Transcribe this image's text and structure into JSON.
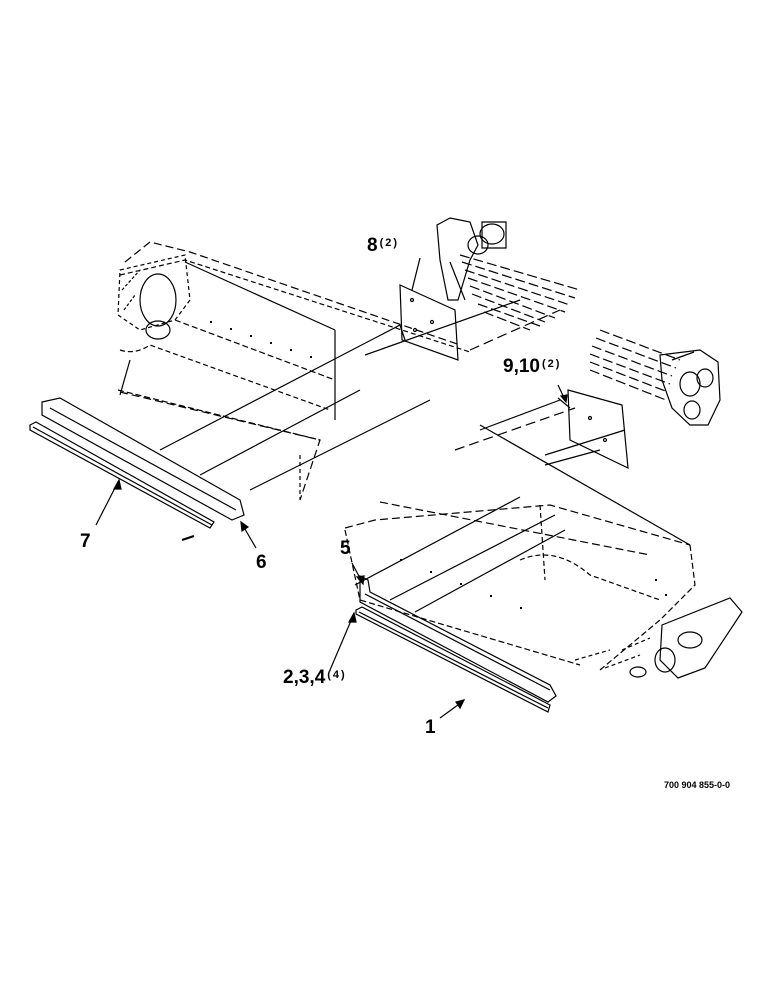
{
  "diagram": {
    "callouts": {
      "c8": {
        "num": "8",
        "qty": "(2)"
      },
      "c910": {
        "num": "9,10",
        "qty": "(2)"
      },
      "c7": {
        "num": "7",
        "qty": ""
      },
      "c6": {
        "num": "6",
        "qty": ""
      },
      "c5": {
        "num": "5",
        "qty": ""
      },
      "c234": {
        "num": "2,3,4",
        "qty": "(4)"
      },
      "c1": {
        "num": "1",
        "qty": ""
      }
    },
    "reference_number": "700 904 855-0-0"
  }
}
